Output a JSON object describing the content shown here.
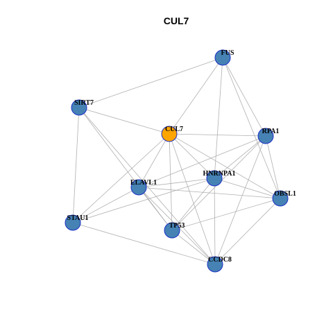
{
  "title": "CUL7",
  "colors": {
    "node_default": "#4682b4",
    "node_highlight": "#ffa500",
    "node_border": "#1c2fc7",
    "edge": "#b0b0b0"
  },
  "nodes": [
    {
      "id": "FUS",
      "label": "FUS",
      "highlight": false
    },
    {
      "id": "SIRT7",
      "label": "SIRT7",
      "highlight": false
    },
    {
      "id": "CUL7",
      "label": "CUL7",
      "highlight": true
    },
    {
      "id": "RPA1",
      "label": "RPA1",
      "highlight": false
    },
    {
      "id": "HNRNPA1",
      "label": "HNRNPA1",
      "highlight": false
    },
    {
      "id": "ELAVL1",
      "label": "ELAVL1",
      "highlight": false
    },
    {
      "id": "OBSL1",
      "label": "OBSL1",
      "highlight": false
    },
    {
      "id": "STAU1",
      "label": "STAU1",
      "highlight": false
    },
    {
      "id": "TP53",
      "label": "TP53",
      "highlight": false
    },
    {
      "id": "CCDC8",
      "label": "CCDC8",
      "highlight": false
    }
  ],
  "edges": [
    [
      "FUS",
      "SIRT7"
    ],
    [
      "FUS",
      "CUL7"
    ],
    [
      "FUS",
      "HNRNPA1"
    ],
    [
      "FUS",
      "RPA1"
    ],
    [
      "FUS",
      "OBSL1"
    ],
    [
      "SIRT7",
      "CUL7"
    ],
    [
      "SIRT7",
      "STAU1"
    ],
    [
      "SIRT7",
      "TP53"
    ],
    [
      "SIRT7",
      "CCDC8"
    ],
    [
      "CUL7",
      "RPA1"
    ],
    [
      "CUL7",
      "HNRNPA1"
    ],
    [
      "CUL7",
      "ELAVL1"
    ],
    [
      "CUL7",
      "TP53"
    ],
    [
      "CUL7",
      "CCDC8"
    ],
    [
      "CUL7",
      "STAU1"
    ],
    [
      "CUL7",
      "OBSL1"
    ],
    [
      "RPA1",
      "HNRNPA1"
    ],
    [
      "RPA1",
      "ELAVL1"
    ],
    [
      "RPA1",
      "OBSL1"
    ],
    [
      "RPA1",
      "TP53"
    ],
    [
      "RPA1",
      "CCDC8"
    ],
    [
      "HNRNPA1",
      "ELAVL1"
    ],
    [
      "HNRNPA1",
      "OBSL1"
    ],
    [
      "HNRNPA1",
      "TP53"
    ],
    [
      "HNRNPA1",
      "CCDC8"
    ],
    [
      "HNRNPA1",
      "STAU1"
    ],
    [
      "ELAVL1",
      "STAU1"
    ],
    [
      "ELAVL1",
      "TP53"
    ],
    [
      "ELAVL1",
      "CCDC8"
    ],
    [
      "ELAVL1",
      "OBSL1"
    ],
    [
      "OBSL1",
      "TP53"
    ],
    [
      "OBSL1",
      "CCDC8"
    ],
    [
      "STAU1",
      "CCDC8"
    ],
    [
      "TP53",
      "CCDC8"
    ]
  ]
}
